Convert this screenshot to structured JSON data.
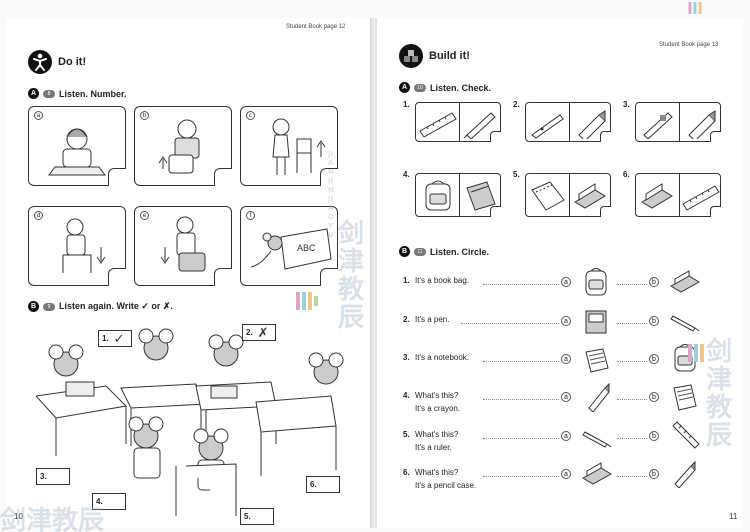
{
  "left_page": {
    "ref": "Student Book page 12",
    "title": "Do it!",
    "section_a": {
      "letter": "A",
      "track": "8",
      "instruction": "Listen. Number."
    },
    "pictures": [
      "a",
      "b",
      "c",
      "d",
      "e",
      "f"
    ],
    "section_b": {
      "letter": "B",
      "track": "9",
      "instruction": "Listen again. Write ✓ or ✗."
    },
    "answer_boxes": [
      {
        "num": "1.",
        "mark": "✓"
      },
      {
        "num": "2.",
        "mark": "✗"
      },
      {
        "num": "3.",
        "mark": ""
      },
      {
        "num": "4.",
        "mark": ""
      },
      {
        "num": "5.",
        "mark": ""
      },
      {
        "num": "6.",
        "mark": ""
      }
    ],
    "page_number": "10"
  },
  "right_page": {
    "ref": "Student Book page 13",
    "title": "Build it!",
    "section_a": {
      "letter": "A",
      "track": "10",
      "instruction": "Listen. Check."
    },
    "build_items": [
      {
        "num": "1.",
        "left_icon": "ruler-icon",
        "right_icon": "pen-icon"
      },
      {
        "num": "2.",
        "left_icon": "pen-icon",
        "right_icon": "crayon-icon"
      },
      {
        "num": "3.",
        "left_icon": "pen-icon",
        "right_icon": "crayon-icon"
      },
      {
        "num": "4.",
        "left_icon": "book-bag-icon",
        "right_icon": "pencil-case-icon"
      },
      {
        "num": "5.",
        "left_icon": "notebook-icon",
        "right_icon": "pencil-case-icon"
      },
      {
        "num": "6.",
        "left_icon": "pencil-case-icon",
        "right_icon": "ruler-icon"
      }
    ],
    "section_b": {
      "letter": "B",
      "track": "11",
      "instruction": "Listen. Circle."
    },
    "questions": [
      {
        "num": "1.",
        "lines": [
          "It's a book bag."
        ],
        "option_a": "a",
        "option_b": "b",
        "icon_a": "book-bag-icon",
        "icon_b": "pencil-case-icon"
      },
      {
        "num": "2.",
        "lines": [
          "It's a pen."
        ],
        "option_a": "a",
        "option_b": "b",
        "icon_a": "notebook-icon",
        "icon_b": "pen-icon"
      },
      {
        "num": "3.",
        "lines": [
          "It's a notebook."
        ],
        "option_a": "a",
        "option_b": "b",
        "icon_a": "notebook-icon",
        "icon_b": "book-bag-icon"
      },
      {
        "num": "4.",
        "lines": [
          "What's this?",
          "It's a crayon."
        ],
        "option_a": "a",
        "option_b": "b",
        "icon_a": "crayon-icon",
        "icon_b": "notebook-icon"
      },
      {
        "num": "5.",
        "lines": [
          "What's this?",
          "It's a ruler."
        ],
        "option_a": "a",
        "option_b": "b",
        "icon_a": "pen-icon",
        "icon_b": "ruler-icon"
      },
      {
        "num": "6.",
        "lines": [
          "What's this?",
          "It's a pencil case."
        ],
        "option_a": "a",
        "option_b": "b",
        "icon_a": "pencil-case-icon",
        "icon_b": "crayon-icon"
      }
    ],
    "page_number": "11"
  },
  "watermark": {
    "text": "剑津教辰",
    "pinyin": "JIAN JIN JIAO YU"
  }
}
